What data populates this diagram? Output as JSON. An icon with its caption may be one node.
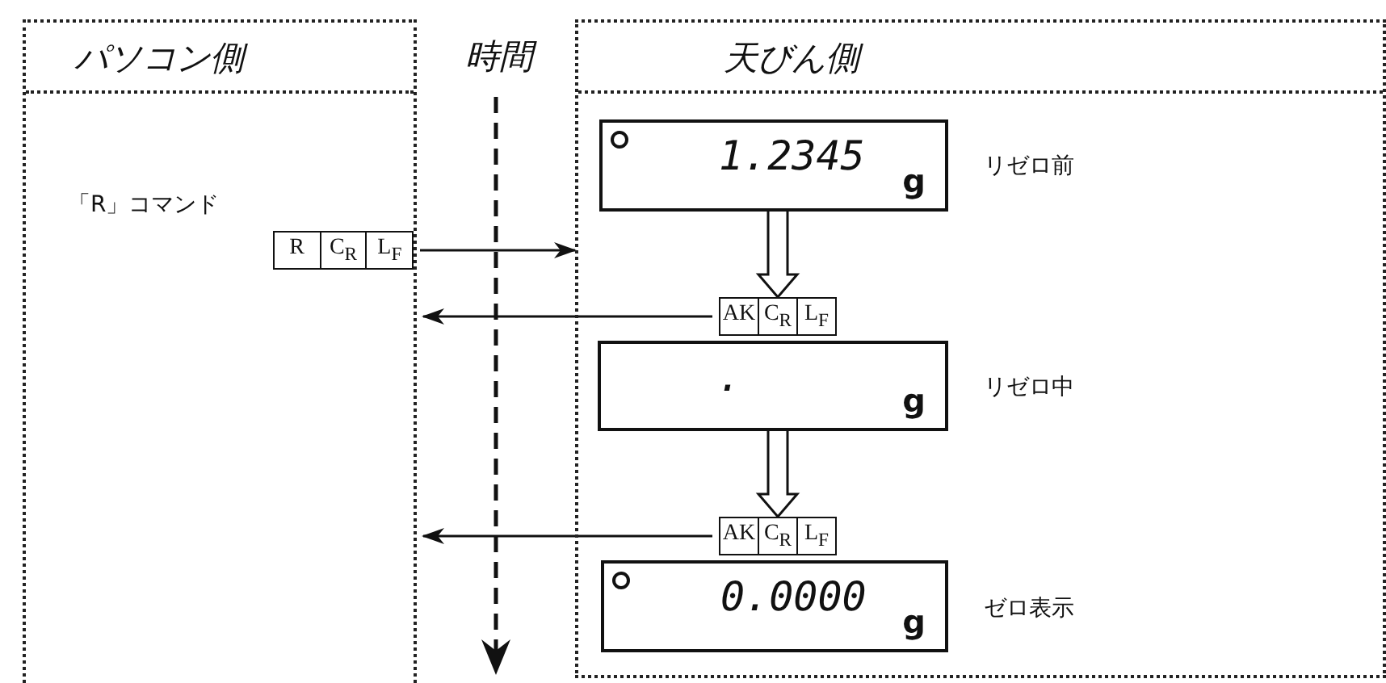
{
  "diagram": {
    "nodes": [
      {
        "text": [
          "パソコン側"
        ]
      },
      {
        "text": [
          "天びん側"
        ]
      },
      {
        "text": [
          "R",
          "C$_{R}$",
          "L$_{F}$"
        ],
        "in": 0,
        "beside": [
          "「R」コマンド"
        ]
      },
      {
        "text": [
          "1.2345",
          "g"
        ],
        "in": 1,
        "beside": [
          "リゼロ前"
        ]
      },
      {
        "text": [
          "AK",
          "C$_{R}$",
          "L$_{F}$"
        ],
        "in": 1
      },
      {
        "text": [
          ".",
          "g"
        ],
        "in": 1,
        "beside": [
          "リゼロ中"
        ]
      },
      {
        "text": [
          "AK",
          "C$_{R}$",
          "L$_{F}$"
        ],
        "in": 1
      },
      {
        "text": [
          "0.0000",
          "g"
        ],
        "in": 1,
        "beside": [
          "ゼロ表示"
        ]
      }
    ],
    "edges": [
      {
        "from": 2,
        "to": 1,
        "arrow": "to"
      },
      {
        "from": 3,
        "to": 4,
        "arrow": "to"
      },
      {
        "from": 4,
        "to": 0,
        "arrow": "to"
      },
      {
        "from": 5,
        "to": 6,
        "arrow": "to"
      },
      {
        "from": 6,
        "to": 0,
        "arrow": "to"
      }
    ],
    "labels": [
      "時間"
    ]
  }
}
